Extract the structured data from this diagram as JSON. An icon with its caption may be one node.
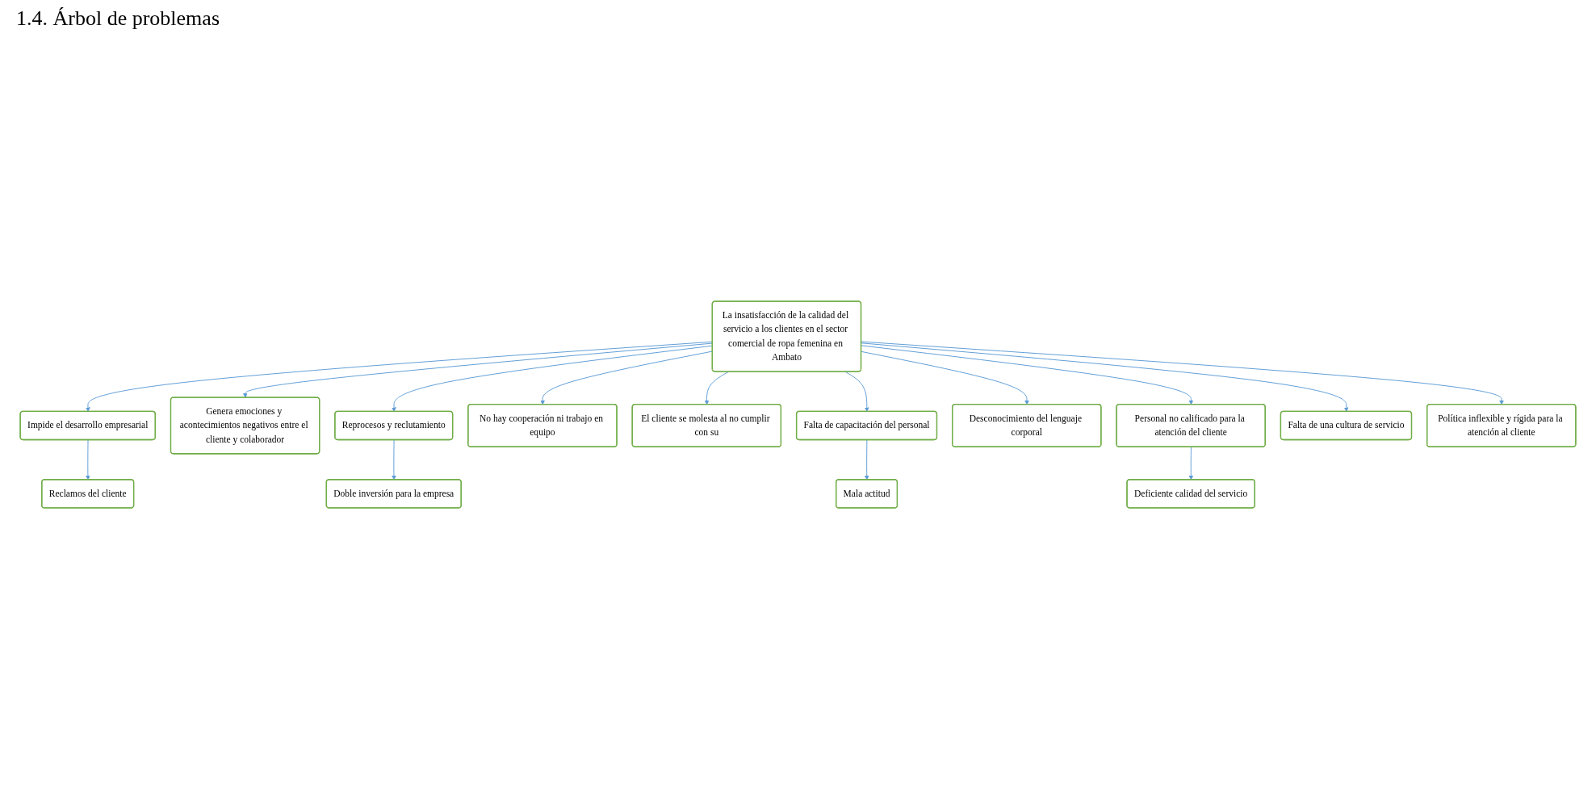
{
  "diagram": {
    "title": "1.4. Árbol de problemas",
    "nodes": [
      {
        "text": [
          "Reclamos del cliente"
        ]
      },
      {
        "text": [
          "Doble inversión para la empresa"
        ]
      },
      {
        "text": [
          "Impide el desarrollo empresarial"
        ]
      },
      {
        "text": [
          "Genera emociones y acontecimientos negativos entre el cliente y colaborador"
        ]
      },
      {
        "text": [
          "Reprocesos y reclutamiento"
        ]
      },
      {
        "text": [
          "No hay cooperación ni trabajo en equipo"
        ]
      },
      {
        "text": [
          "El cliente se molesta al no cumplir con su"
        ]
      },
      {
        "text": [
          "La insatisfacción de la calidad del servicio a los clientes en el sector comercial de ropa femenina en Ambato"
        ]
      },
      {
        "text": [
          "Falta de capacitación del personal"
        ]
      },
      {
        "text": [
          "Desconocimiento del lenguaje corporal"
        ]
      },
      {
        "text": [
          "Personal no calificado para la atención del cliente"
        ]
      },
      {
        "text": [
          "Falta de una cultura de servicio"
        ]
      },
      {
        "text": [
          "Política inflexible y rígida para la atención al cliente"
        ]
      },
      {
        "text": [
          "Mala actitud"
        ]
      },
      {
        "text": [
          "Deficiente calidad del servicio"
        ]
      }
    ],
    "edges": [
      {
        "from": 7,
        "to": 2,
        "arrow": "to"
      },
      {
        "from": 7,
        "to": 3,
        "arrow": "to"
      },
      {
        "from": 7,
        "to": 4,
        "arrow": "to"
      },
      {
        "from": 7,
        "to": 5,
        "arrow": "to"
      },
      {
        "from": 7,
        "to": 6,
        "arrow": "to"
      },
      {
        "from": 2,
        "to": 0,
        "arrow": "to"
      },
      {
        "from": 4,
        "to": 1,
        "arrow": "to"
      },
      {
        "from": 7,
        "to": 8,
        "arrow": "to"
      },
      {
        "from": 7,
        "to": 9,
        "arrow": "to"
      },
      {
        "from": 7,
        "to": 10,
        "arrow": "to"
      },
      {
        "from": 7,
        "to": 11,
        "arrow": "to"
      },
      {
        "from": 7,
        "to": 12,
        "arrow": "to"
      },
      {
        "from": 8,
        "to": 13,
        "arrow": "to"
      },
      {
        "from": 10,
        "to": 14,
        "arrow": "to"
      }
    ]
  }
}
